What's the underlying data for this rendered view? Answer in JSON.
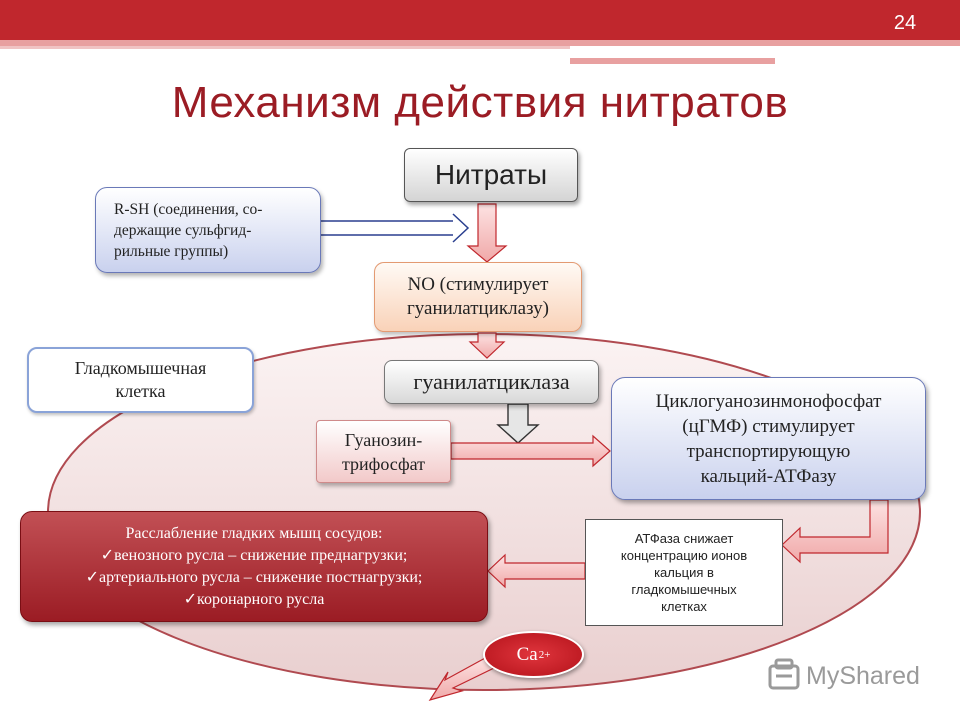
{
  "slide": {
    "number": "24",
    "title": "Механизм действия нитратов"
  },
  "nodes": {
    "nitrates": "Нитраты",
    "rsh": [
      "R-SH (соединения, со-",
      "держащие сульфгид-",
      "рильные группы)"
    ],
    "no": [
      "NO (стимулирует",
      "гуанилатциклазу)"
    ],
    "smooth_cell": [
      "Гладкомышечная",
      "клетка"
    ],
    "guanylate_cyclase": "гуанилатциклаза",
    "gtp": [
      "Гуанозин-",
      "трифосфат"
    ],
    "cgmp": [
      "Циклогуанозинмонофосфат",
      "(цГМФ) стимулирует",
      "транспортирующую",
      "кальций-АТФазу"
    ],
    "relaxation": {
      "heading": "Расслабление гладких мышц сосудов:",
      "items": [
        "✓венозного русла – снижение преднагрузки;",
        "✓артериального русла – снижение постнагрузки;",
        "✓коронарного русла"
      ]
    },
    "atpase": [
      "АТФаза снижает",
      "концентрацию ионов",
      "кальция в",
      "гладкомышечных",
      "клетках"
    ],
    "calcium": {
      "base": "Ca",
      "charge": "2+"
    }
  },
  "watermark": {
    "text": "MyShared"
  },
  "colors": {
    "header_red": "#c0272d",
    "title_red": "#9b1c24",
    "ellipse_fill": "#f3e2e2",
    "arrow_pink": "#f3b9b9",
    "accent_blue": "#6a79b8"
  }
}
